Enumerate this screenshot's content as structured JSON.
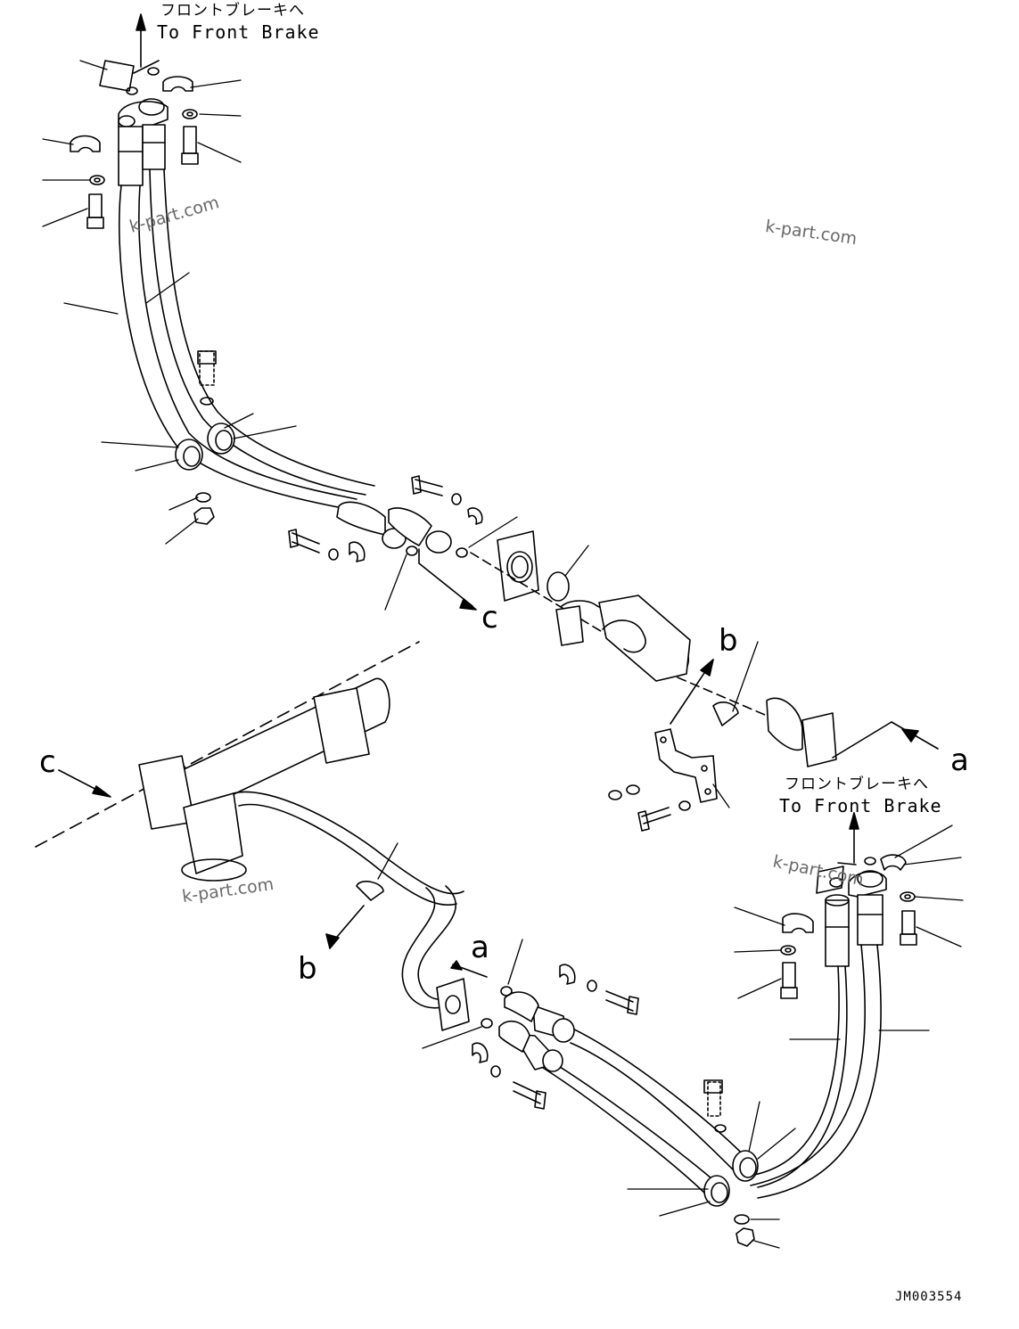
{
  "notes": {
    "front_brake_top": {
      "jp": "フロントブレーキへ",
      "en": "To Front Brake"
    },
    "front_brake_right": {
      "jp": "フロントブレーキへ",
      "en": "To Front Brake"
    }
  },
  "view_markers": {
    "c_mid": "c",
    "b_upper": "b",
    "a_right": "a",
    "c_left": "c",
    "b_lower": "b",
    "a_lower": "a"
  },
  "watermarks": [
    "k-part.com",
    "k-part.com",
    "k-part.com",
    "k-part.com"
  ],
  "drawing_code": "JM003554"
}
